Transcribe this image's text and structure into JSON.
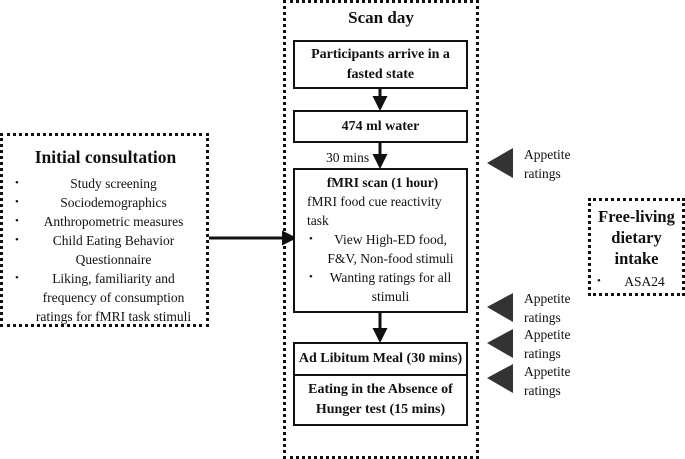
{
  "scan_day": {
    "title": "Scan day",
    "arrive": "Participants arrive in a fasted state",
    "water": "474 ml water",
    "wait": "30 mins",
    "fmri": {
      "title": "fMRI scan (1 hour)",
      "task": "fMRI food cue reactivity task",
      "items": [
        "View High-ED food, F&V, Non-food stimuli",
        "Wanting ratings for all stimuli"
      ]
    },
    "meal": "Ad Libitum Meal (30 mins)",
    "eah": "Eating in the Absence of Hunger test (15 mins)"
  },
  "initial_consultation": {
    "title": "Initial consultation",
    "items": [
      "Study screening",
      "Sociodemographics",
      "Anthropometric measures",
      "Child Eating Behavior Questionnaire",
      "Liking, familiarity and frequency of consumption ratings for fMRI task stimuli"
    ]
  },
  "free_living": {
    "title": "Free-living dietary intake",
    "items": [
      "ASA24"
    ]
  },
  "appetite": [
    "Appetite ratings",
    "Appetite ratings",
    "Appetite ratings",
    "Appetite ratings"
  ],
  "colors": {
    "ink": "#111111",
    "background": "#ffffff"
  }
}
